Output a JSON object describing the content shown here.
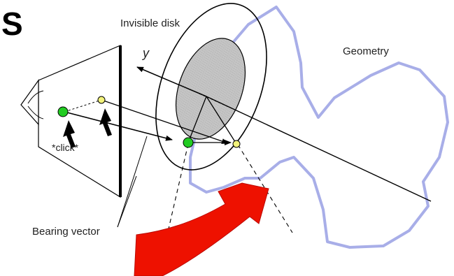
{
  "panel_letter": "S",
  "labels": {
    "invisible_disk": "Invisible disk",
    "geometry": "Geometry",
    "y_axis": "y",
    "click": "*click*",
    "bearing_vector": "Bearing vector"
  },
  "colors": {
    "geometry_outline": "#a8aee8",
    "disk_fill": "#c9c9c9",
    "green_point": "#22cc22",
    "yellow_point": "#f2f27a",
    "red_arrow": "#ee1100",
    "line": "#000000"
  },
  "icons": {
    "camera": "camera-frustum-icon",
    "rotation_arrow": "curved-arrow-icon",
    "cursor": "mouse-cursor-arrow-icon"
  }
}
